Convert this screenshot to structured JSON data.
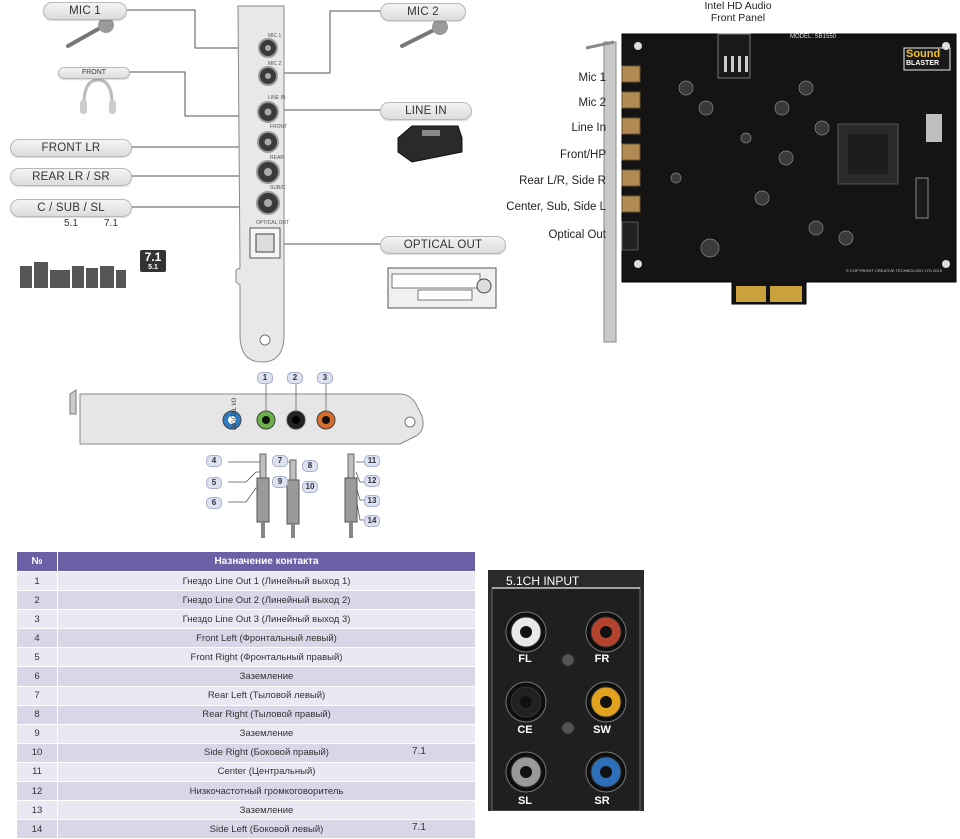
{
  "top_diagram": {
    "labels": {
      "mic1": "MIC 1",
      "mic2": "MIC 2",
      "front": "FRONT",
      "line_in": "LINE IN",
      "front_lr": "FRONT LR",
      "rear_lr_sr": "REAR LR  /  SR",
      "c_sub_sl": "C / SUB    /  SL",
      "optical_out": "OPTICAL OUT"
    },
    "sub_51": "5.1",
    "sub_71": "7.1",
    "badge_main": "7.1",
    "badge_sub": "5.1",
    "bracket_labels": [
      "MIC 1",
      "MIC 2",
      "LINE IN",
      "FRONT",
      "REAR",
      "SUB/C",
      "OPTICAL OUT"
    ]
  },
  "card": {
    "title_line1": "Intel HD Audio",
    "title_line2": "Front Panel",
    "model": "MODEL: SB1550",
    "brand1": "Sound",
    "brand2": "BLASTER",
    "copyright": "© COPYRIGHT CREATIVE TECHNOLOGY LTD 2015",
    "port_labels": [
      "Mic 1",
      "Mic 2",
      "Line In",
      "Front/HP",
      "Rear L/R, Side R",
      "Center, Sub, Side L",
      "Optical Out"
    ]
  },
  "plate": {
    "digital_io": "DIGITAL I/O",
    "numbers": [
      "1",
      "2",
      "3"
    ],
    "plug_numbers": [
      "4",
      "5",
      "6",
      "7",
      "8",
      "9",
      "10",
      "11",
      "12",
      "13",
      "14"
    ]
  },
  "table": {
    "headers": [
      "№",
      "Назначение контакта"
    ],
    "rows": [
      {
        "num": "1",
        "desc": "Гнездо Line Out 1 (Линейный выход 1)",
        "note": ""
      },
      {
        "num": "2",
        "desc": "Гнездо Line Out 2 (Линейный выход 2)",
        "note": ""
      },
      {
        "num": "3",
        "desc": "Гнездо Line Out 3 (Линейный выход 3)",
        "note": ""
      },
      {
        "num": "4",
        "desc": "Front Left (Фронтальный левый)",
        "note": ""
      },
      {
        "num": "5",
        "desc": "Front Right (Фронтальный правый)",
        "note": ""
      },
      {
        "num": "6",
        "desc": "Заземление",
        "note": ""
      },
      {
        "num": "7",
        "desc": "Rear Left (Тыловой левый)",
        "note": ""
      },
      {
        "num": "8",
        "desc": "Rear Right (Тыловой правый)",
        "note": ""
      },
      {
        "num": "9",
        "desc": "Заземление",
        "note": ""
      },
      {
        "num": "10",
        "desc": "Side Right (Боковой правый)",
        "note": "7.1"
      },
      {
        "num": "11",
        "desc": "Center (Центральный)",
        "note": ""
      },
      {
        "num": "12",
        "desc": "Низкочастотный громкоговоритель",
        "note": ""
      },
      {
        "num": "13",
        "desc": "Заземление",
        "note": ""
      },
      {
        "num": "14",
        "desc": "Side Left (Боковой левый)",
        "note": "7.1"
      }
    ]
  },
  "input_panel": {
    "title": "5.1CH INPUT",
    "jacks": [
      {
        "label": "FL",
        "color": "#e8e8e8"
      },
      {
        "label": "FR",
        "color": "#b5442e"
      },
      {
        "label": "CE",
        "color": "#222222"
      },
      {
        "label": "SW",
        "color": "#e2a21e"
      },
      {
        "label": "SL",
        "color": "#9a9a9a"
      },
      {
        "label": "SR",
        "color": "#2d6fb8"
      }
    ]
  }
}
